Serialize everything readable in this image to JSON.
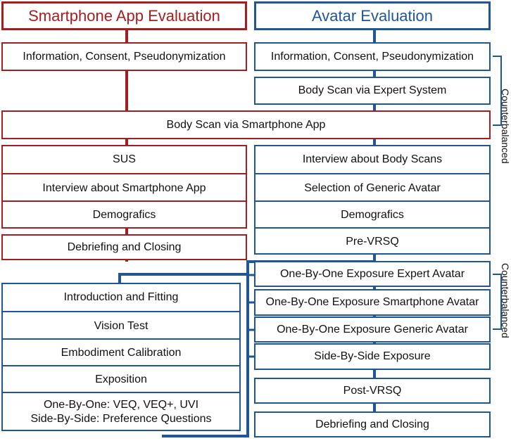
{
  "left_column": {
    "header": "Smartphone App Evaluation",
    "intro": "Information, Consent, Pseudonymization",
    "questionnaires": [
      "SUS",
      "Interview about Smartphone App",
      "Demografics"
    ],
    "closing": "Debriefing and Closing"
  },
  "right_column": {
    "header": "Avatar Evaluation",
    "intro": "Information, Consent, Pseudonymization",
    "expert_scan": "Body Scan via Expert System",
    "pre_vr": [
      "Interview about Body Scans",
      "Selection of Generic Avatar",
      "Demografics",
      "Pre-VRSQ"
    ],
    "exposures": [
      "One-By-One Exposure Expert Avatar",
      "One-By-One Exposure Smartphone Avatar",
      "One-By-One Exposure Generic Avatar",
      "Side-By-Side Exposure"
    ],
    "post_vrsq": "Post-VRSQ",
    "closing": "Debriefing and Closing"
  },
  "shared": {
    "smartphone_scan": "Body Scan via Smartphone App"
  },
  "vr_block": {
    "items": [
      "Introduction and Fitting",
      "Vision Test",
      "Embodiment Calibration",
      "Exposition"
    ],
    "measures_line1": "One-By-One: VEQ, VEQ+, UVI",
    "measures_line2": "Side-By-Side: Preference Questions"
  },
  "labels": {
    "counterbalanced_top": "Counterbalanced",
    "counterbalanced_bottom": "Counterbalanced"
  },
  "colors": {
    "red": "#a31f1f",
    "blue": "#1f5796"
  }
}
